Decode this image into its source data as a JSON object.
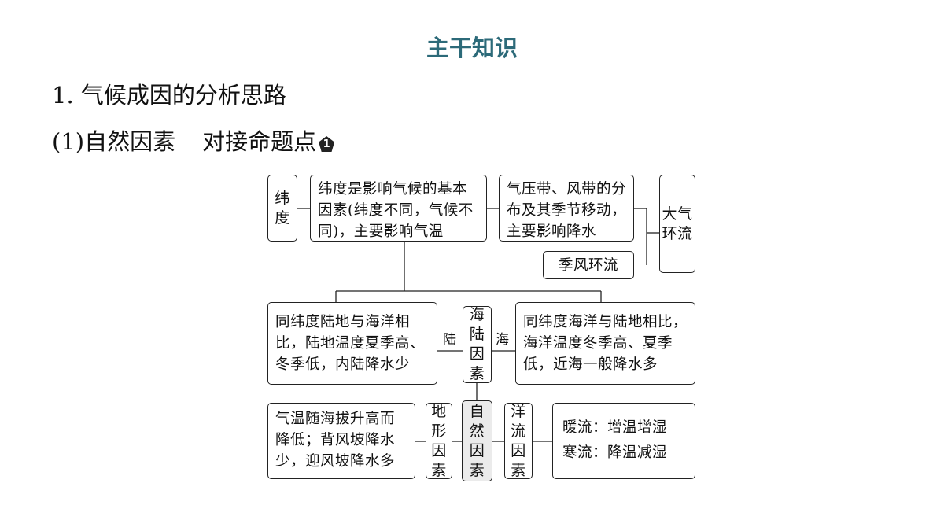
{
  "page_title": "主干知识",
  "heading": "1. 气候成因的分析思路",
  "subheading": {
    "label": "(1)自然因素",
    "tag": "对接命题点",
    "badge_number": "1"
  },
  "diagram": {
    "latitude_label": "纬度",
    "latitude_desc": "纬度是影响气候的基本因素(纬度不同，气候不同)，主要影响气温",
    "pressure_wind_desc": "气压带、风带的分布及其季节移动，主要影响降水",
    "monsoon_label": "季风环流",
    "atmospheric_circulation_label": "大气环流",
    "land_desc": "同纬度陆地与海洋相比，陆地温度夏季高、冬季低，内陆降水少",
    "land_edge_label": "陆",
    "land_sea_label": "海陆因素",
    "sea_edge_label": "海",
    "sea_desc": "同纬度海洋与陆地相比，海洋温度冬季高、夏季低，近海一般降水多",
    "terrain_desc": "气温随海拔升高而降低；背风坡降水少，迎风坡降水多",
    "terrain_label": "地形因素",
    "natural_label": "自然因素",
    "current_label": "洋流因素",
    "warm_current": "暖流：增温增湿",
    "cold_current": "寒流：降温减湿"
  }
}
